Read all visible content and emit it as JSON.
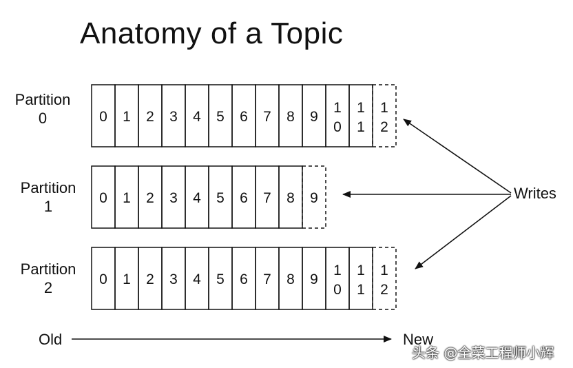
{
  "title": "Anatomy of a Topic",
  "partitions": [
    {
      "label_line1": "Partition",
      "label_line2": "0",
      "cells": [
        "0",
        "1",
        "2",
        "3",
        "4",
        "5",
        "6",
        "7",
        "8",
        "9",
        "10",
        "11"
      ],
      "next": "12"
    },
    {
      "label_line1": "Partition",
      "label_line2": "1",
      "cells": [
        "0",
        "1",
        "2",
        "3",
        "4",
        "5",
        "6",
        "7",
        "8"
      ],
      "next": "9"
    },
    {
      "label_line1": "Partition",
      "label_line2": "2",
      "cells": [
        "0",
        "1",
        "2",
        "3",
        "4",
        "5",
        "6",
        "7",
        "8",
        "9",
        "10",
        "11"
      ],
      "next": "12"
    }
  ],
  "writes_label": "Writes",
  "axis": {
    "old_label": "Old",
    "new_label": "New"
  },
  "watermark": "头条 @全菜工程师小辉",
  "colors": {
    "stroke": "#111111",
    "background": "#ffffff"
  }
}
